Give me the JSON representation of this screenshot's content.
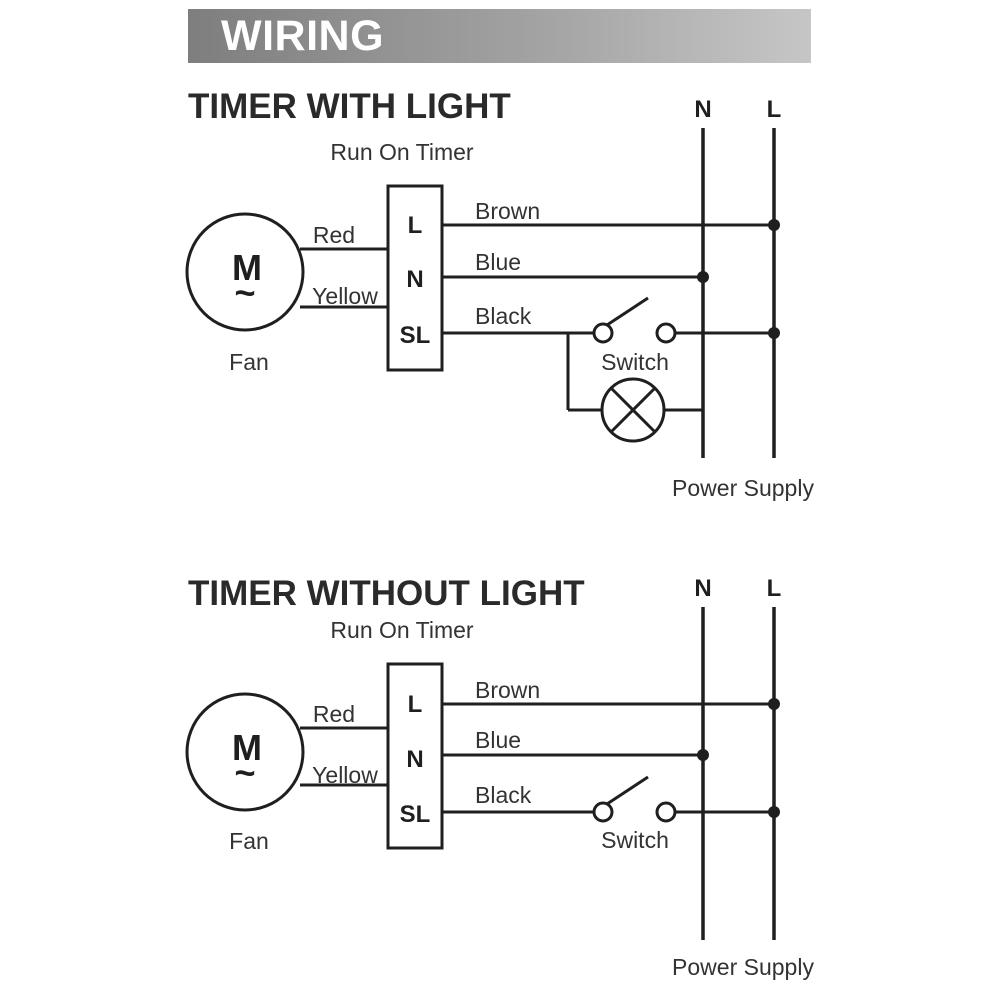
{
  "header": {
    "title": "WIRING"
  },
  "diagrams": [
    {
      "title": "TIMER WITH LIGHT",
      "timer_label": "Run On Timer",
      "terminals": [
        "L",
        "N",
        "SL"
      ],
      "fan_wires": [
        "Red",
        "Yellow"
      ],
      "motor_symbol": "M",
      "motor_tilde": "~",
      "fan_label": "Fan",
      "supply_wires": [
        "Brown",
        "Blue",
        "Black"
      ],
      "switch_label": "Switch",
      "bus_labels": [
        "N",
        "L"
      ],
      "supply_label": "Power Supply",
      "has_light": true
    },
    {
      "title": "TIMER WITHOUT LIGHT",
      "timer_label": "Run On Timer",
      "terminals": [
        "L",
        "N",
        "SL"
      ],
      "fan_wires": [
        "Red",
        "Yellow"
      ],
      "motor_symbol": "M",
      "motor_tilde": "~",
      "fan_label": "Fan",
      "supply_wires": [
        "Brown",
        "Blue",
        "Black"
      ],
      "switch_label": "Switch",
      "bus_labels": [
        "N",
        "L"
      ],
      "supply_label": "Power Supply",
      "has_light": false
    }
  ]
}
